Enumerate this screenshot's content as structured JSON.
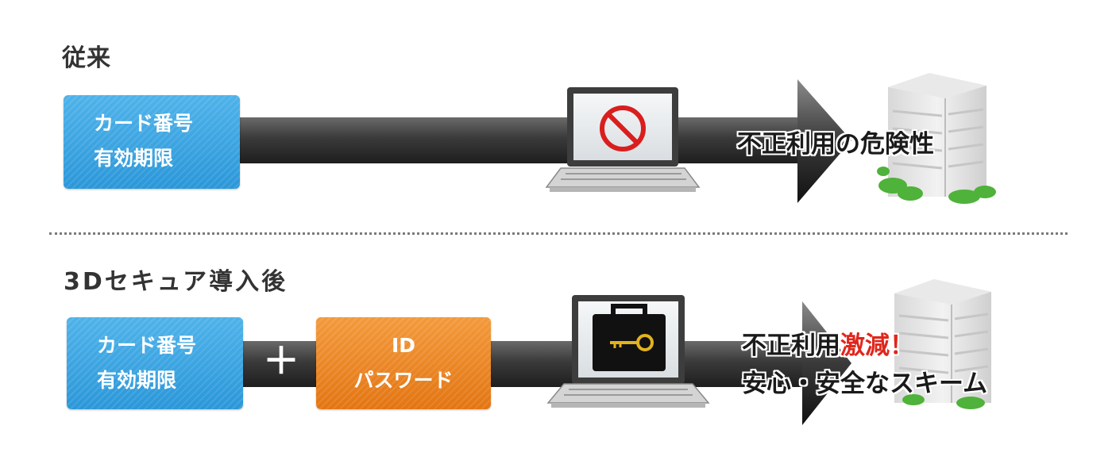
{
  "sections": {
    "before": {
      "title": "従来",
      "card_box": {
        "line1": "カード番号",
        "line2": "有効期限"
      },
      "result": "不正利用の危険性"
    },
    "after": {
      "title": "3Dセキュア導入後",
      "card_box": {
        "line1": "カード番号",
        "line2": "有効期限"
      },
      "plus": "＋",
      "id_box": {
        "line1": "ID",
        "line2": "パスワード"
      },
      "result_line1_prefix": "不正利用",
      "result_line1_highlight": "激減！",
      "result_line2": "安心・安全なスキーム"
    }
  },
  "icons": {
    "before_laptop_screen": "prohibited-icon",
    "after_laptop_screen": "locked-briefcase-key-icon",
    "destination": "office-building-icon"
  },
  "colors": {
    "card_box": "#2b97d9",
    "id_box": "#e37512",
    "arrow": "#3a3a3a",
    "prohibited": "#d91e1e",
    "highlight": "#e0261c",
    "key": "#e3b31c"
  }
}
